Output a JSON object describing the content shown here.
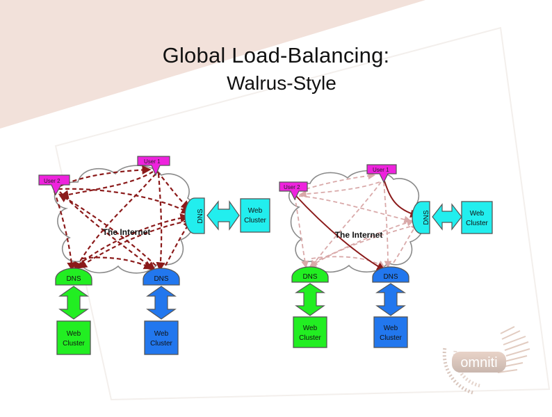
{
  "slide": {
    "title_line1": "Global Load-Balancing:",
    "title_line2": "Walrus-Style"
  },
  "left_diagram": {
    "user1": "User 1",
    "user2": "User 2",
    "internet": "The Internet",
    "dns_right": "DNS",
    "cluster_right": [
      "Web",
      "Cluster"
    ],
    "dns_green": "DNS",
    "cluster_green": [
      "Web",
      "Cluster"
    ],
    "dns_blue": "DNS",
    "cluster_blue": [
      "Web",
      "Cluster"
    ]
  },
  "right_diagram": {
    "user1": "User 1",
    "user2": "User 2",
    "internet": "The Internet",
    "dns_right": "DNS",
    "cluster_right": [
      "Web",
      "Cluster"
    ],
    "dns_green": "DNS",
    "cluster_green": [
      "Web",
      "Cluster"
    ],
    "dns_blue": "DNS",
    "cluster_blue": [
      "Web",
      "Cluster"
    ]
  },
  "logo": {
    "text": "omniti"
  },
  "colors": {
    "magenta": "#ee22dd",
    "cyan": "#22eeee",
    "green": "#22ee22",
    "blue": "#2277ee",
    "arrow_dark": "#8b1a1a",
    "arrow_faded": "#d9a9a9",
    "backdrop": "#f2e1da"
  }
}
